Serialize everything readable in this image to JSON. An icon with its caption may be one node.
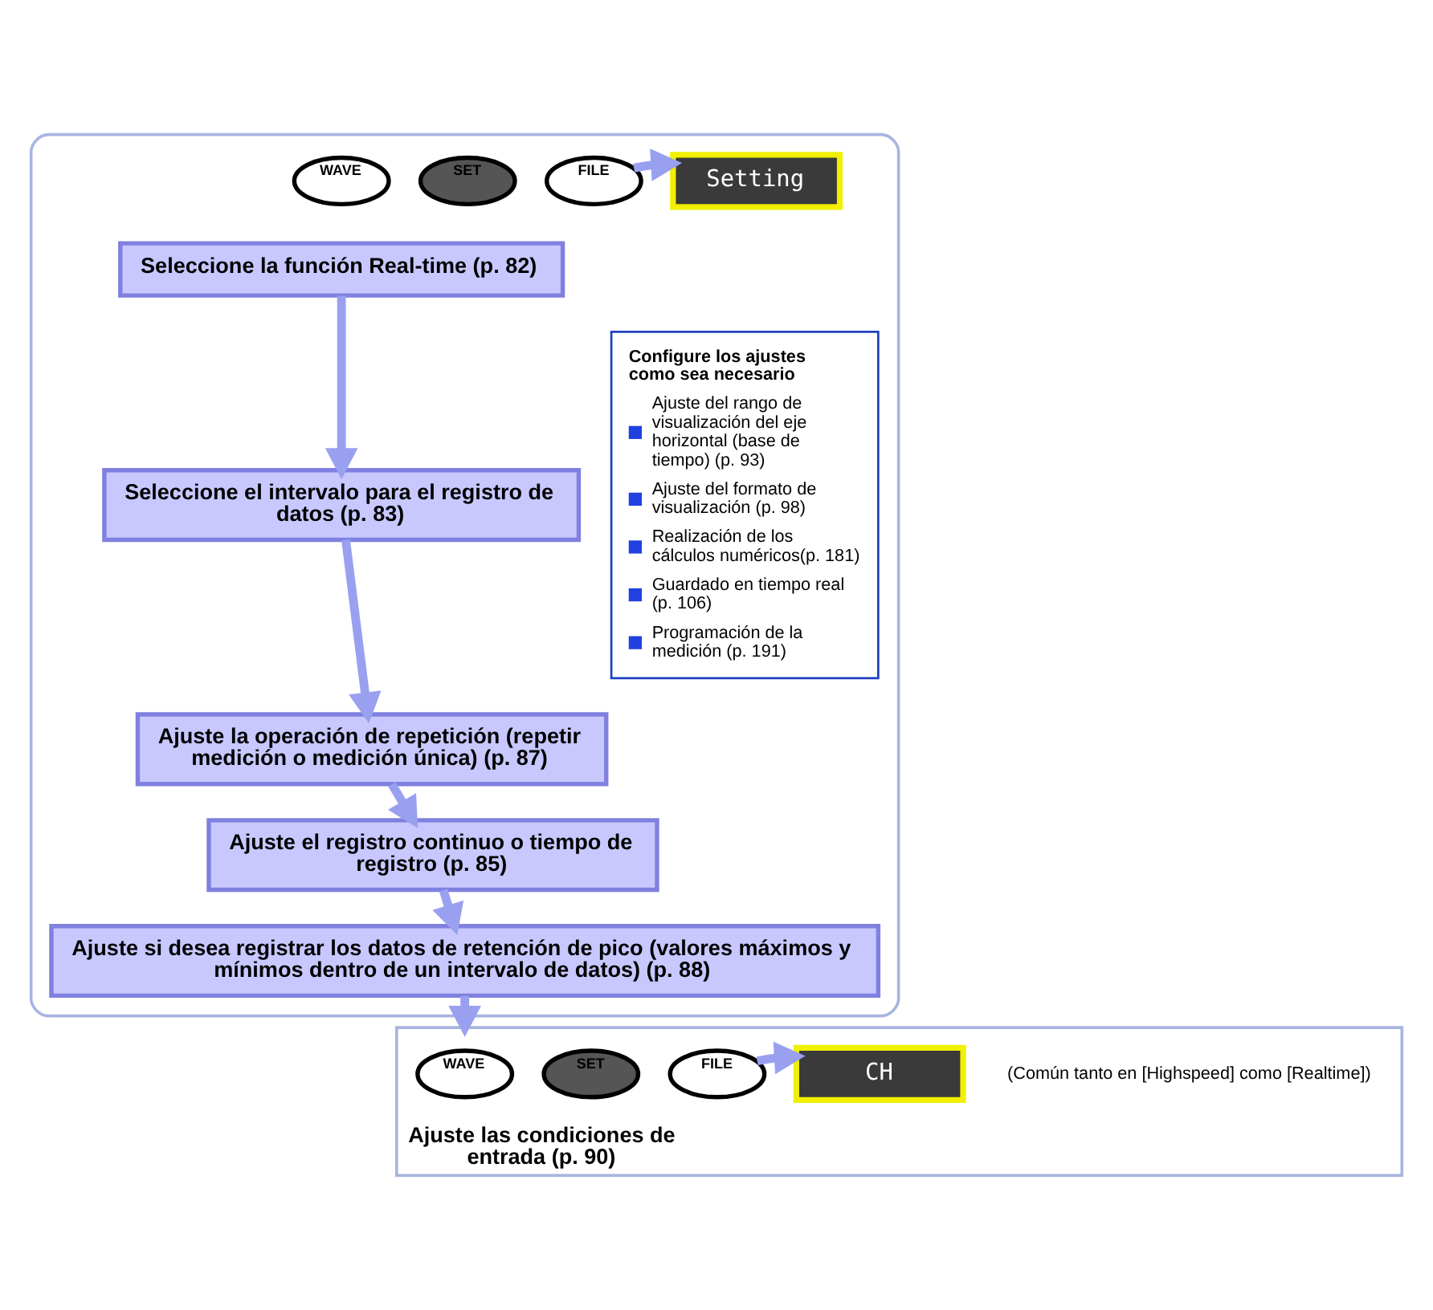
{
  "diagram": {
    "nodes": [
      {
        "text": [],
        "shape": "box"
      },
      {
        "text": [
          "WAVE"
        ],
        "in": 0
      },
      {
        "text": [
          "SET"
        ],
        "in": 0
      },
      {
        "text": [
          "FILE"
        ],
        "in": 0
      },
      {
        "text": [
          "Setting"
        ],
        "in": 0
      },
      {
        "text": [
          "Seleccione la función Real-time (p. 82)"
        ],
        "in": 0
      },
      {
        "text": [
          "Seleccione el intervalo para el registro de datos (p. 83)"
        ],
        "in": 0
      },
      {
        "text": [
          "Ajuste la operación de repetición (repetir medición o medición única) (p. 87)"
        ],
        "in": 0
      },
      {
        "text": [
          "Ajuste el registro continuo o tiempo de registro (p. 85)"
        ],
        "in": 0
      },
      {
        "text": [
          "Configure los ajustes como sea necesario",
          "Ajuste del rango de visualización del eje horizontal (base de tiempo) (p. 93)",
          "Ajuste del formato de visualización (p. 98)",
          "Realización de los cálculos numéricos(p. 181)",
          "Guardado en tiempo real (p. 106)",
          "Programación de la medición (p. 191)"
        ],
        "in": 0
      },
      {
        "text": [
          "Ajuste si desea registrar los datos de retención de pico (valores máximos y mínimos dentro de un intervalo de datos) (p. 88)"
        ],
        "in": 0
      },
      {
        "text": [
          "Ajuste las condiciones de entrada (p. 90)"
        ]
      },
      {
        "text": [
          "WAVE"
        ],
        "in": 11
      },
      {
        "text": [
          "SET"
        ],
        "in": 11
      },
      {
        "text": [
          "FILE"
        ],
        "in": 11
      },
      {
        "text": [
          "CH"
        ],
        "in": 11,
        "beside": [
          "(Común tanto en [Highspeed] como [Realtime])"
        ]
      }
    ],
    "edges": [
      {
        "from": 3,
        "to": 4,
        "arrow": "to"
      },
      {
        "from": 5,
        "to": 6,
        "arrow": "to"
      },
      {
        "from": 6,
        "to": 7,
        "arrow": "to"
      },
      {
        "from": 7,
        "to": 8,
        "arrow": "to"
      },
      {
        "from": 8,
        "to": 10,
        "arrow": "to"
      },
      {
        "from": 10,
        "to": 11,
        "arrow": "to"
      },
      {
        "from": 14,
        "to": 15,
        "arrow": "to"
      }
    ]
  }
}
